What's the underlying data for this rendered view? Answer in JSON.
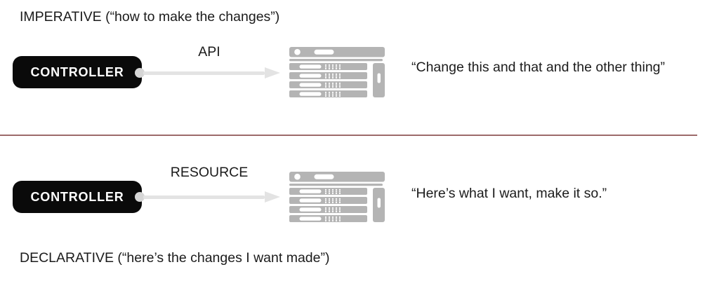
{
  "colors": {
    "background": "#ffffff",
    "text_black": "#1b1b1b",
    "pill_black": "#0a0a0a",
    "pill_text": "#ffffff",
    "arrow_gray": "#e3e3e3",
    "dot_gray": "#d6d6d6",
    "server_gray": "#b4b4b4",
    "divider_red": "#9d6a6a"
  },
  "top": {
    "caption": "IMPERATIVE (“how to make the changes”)",
    "controller_label": "CONTROLLER",
    "arrow_label": "API",
    "quote": "“Change this and that and the other thing”"
  },
  "bottom": {
    "caption": "DECLARATIVE (“here’s the changes I want made”)",
    "controller_label": "CONTROLLER",
    "arrow_label": "RESOURCE",
    "quote": "“Here’s what I want, make it so.”"
  }
}
